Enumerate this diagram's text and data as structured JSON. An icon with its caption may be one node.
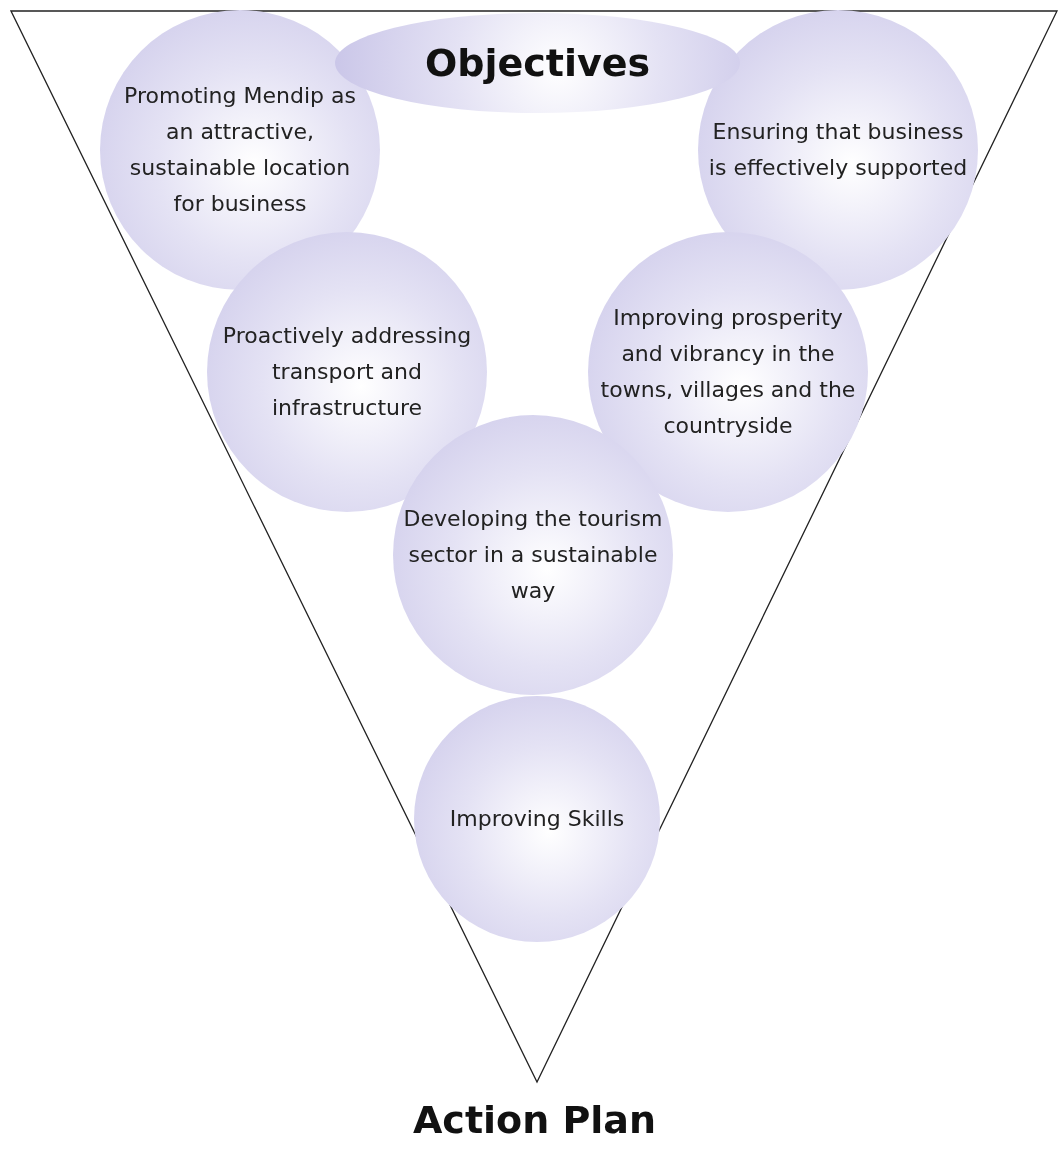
{
  "diagram": {
    "nodes": [
      {
        "text": [
          "Action Plan"
        ]
      },
      {
        "text": [
          "Objectives"
        ],
        "in": 0
      },
      {
        "text": [
          "Promoting Mendip as an attractive, sustainable location for business"
        ],
        "in": 0
      },
      {
        "text": [
          "Ensuring that business is effectively supported"
        ],
        "in": 0
      },
      {
        "text": [
          "Proactively addressing transport and infrastructure"
        ],
        "in": 0
      },
      {
        "text": [
          "Improving prosperity and vibrancy in the towns, villages and the countryside"
        ],
        "in": 0
      },
      {
        "text": [
          "Developing the tourism sector in a sustainable way"
        ],
        "in": 0
      },
      {
        "text": [
          "Improving Skills"
        ],
        "in": 0
      }
    ],
    "edges": []
  }
}
